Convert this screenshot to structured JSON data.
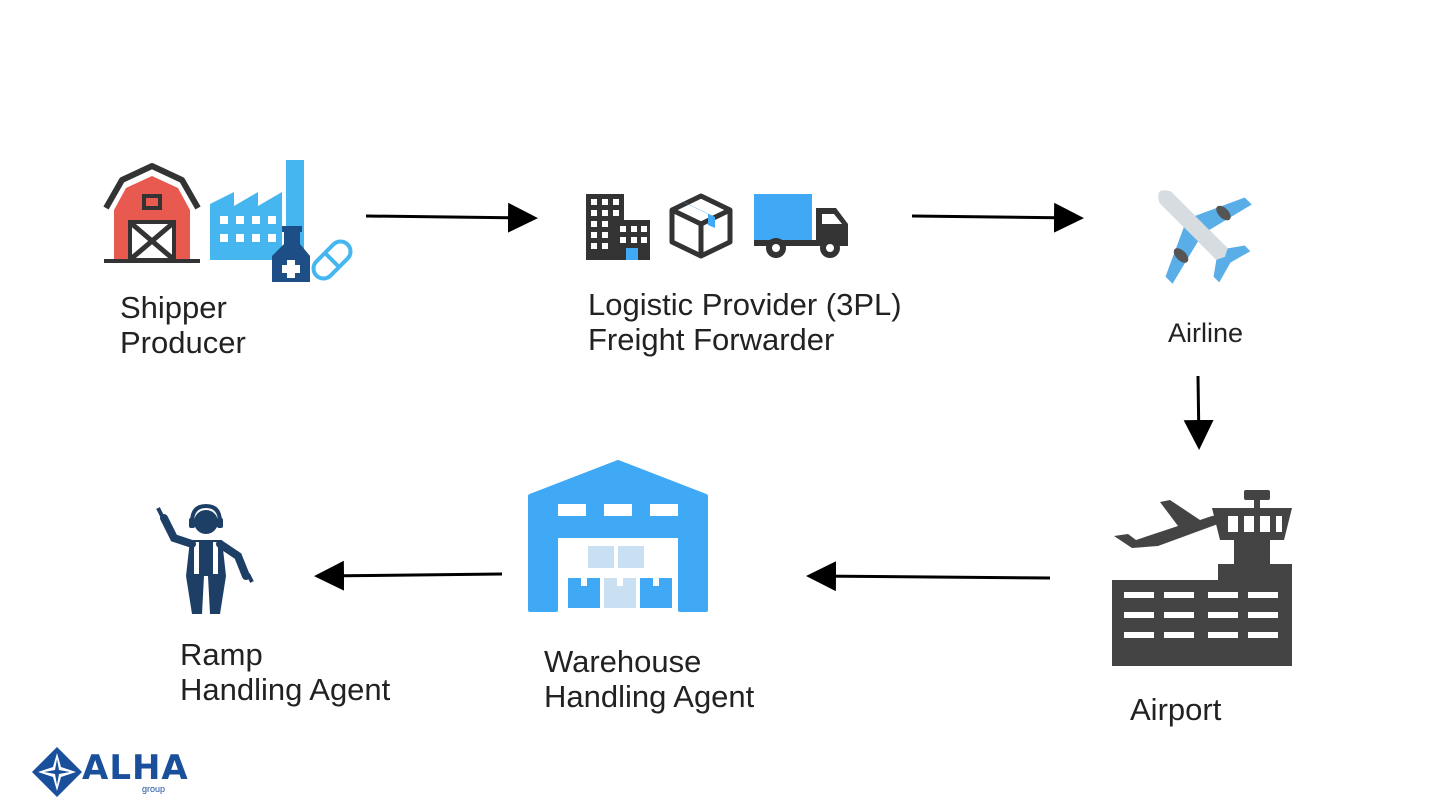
{
  "nodes": {
    "shipper": {
      "line1": "Shipper",
      "line2": "Producer",
      "icons": [
        "barn-icon",
        "factory-icon",
        "pharma-icon"
      ]
    },
    "logistic": {
      "line1": "Logistic Provider (3PL)",
      "line2": "Freight Forwarder",
      "icons": [
        "buildings-icon",
        "package-icon",
        "truck-icon"
      ]
    },
    "airline": {
      "line1": "Airline",
      "icons": [
        "airplane-icon"
      ]
    },
    "airport": {
      "line1": "Airport",
      "icons": [
        "airport-icon"
      ]
    },
    "warehouse": {
      "line1": "Warehouse",
      "line2": "Handling Agent",
      "icons": [
        "warehouse-icon"
      ]
    },
    "ramp": {
      "line1": "Ramp",
      "line2": "Handling Agent",
      "icons": [
        "ramp-agent-icon"
      ]
    }
  },
  "edges": [
    {
      "from": "shipper",
      "to": "logistic"
    },
    {
      "from": "logistic",
      "to": "airline"
    },
    {
      "from": "airline",
      "to": "airport"
    },
    {
      "from": "airport",
      "to": "warehouse"
    },
    {
      "from": "warehouse",
      "to": "ramp"
    }
  ],
  "logo": {
    "name": "ALHA",
    "sub": "group"
  },
  "colors": {
    "accent_blue": "#3fa9f5",
    "dark": "#333333",
    "red": "#e05a4f",
    "navy": "#1a4f9c"
  }
}
